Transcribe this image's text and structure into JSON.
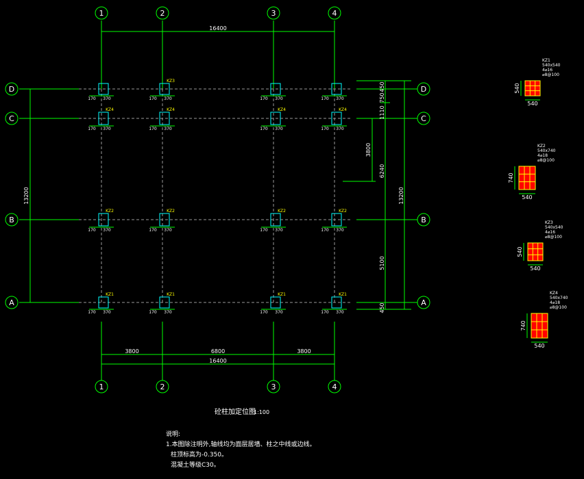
{
  "drawing": {
    "title": "砼柱加定位图",
    "scale": "1:100",
    "notes_heading": "说明:",
    "notes": [
      "1.本图除注明外,轴线均为面层居墙、柱之中线或边线。",
      "柱顶标高为-0.350。",
      "混凝土等级C30。"
    ]
  },
  "axes": {
    "numbers": [
      "1",
      "2",
      "3",
      "4"
    ],
    "letters": [
      "A",
      "B",
      "C",
      "D"
    ]
  },
  "dimensions": {
    "top_total": "16400",
    "bottom_total": "16400",
    "bottom_spans": [
      "3800",
      "6800",
      "3800"
    ],
    "left_total": "13200",
    "right_total": "13200",
    "right_chain": [
      "450",
      "5100",
      "6240",
      "1110",
      "750",
      "450"
    ],
    "right_inner": "3800"
  },
  "column_tags": {
    "D": [
      "",
      "KZ3",
      "",
      ""
    ],
    "C": [
      "KZ4",
      "KZ4",
      "KZ4",
      "KZ4"
    ],
    "B": [
      "KZ2",
      "KZ2",
      "KZ2",
      "KZ2"
    ],
    "A": [
      "KZ1",
      "KZ1",
      "KZ1",
      "KZ1"
    ]
  },
  "column_offsets": {
    "a": "170",
    "b": "370"
  },
  "sections": [
    {
      "name": "KZ1",
      "size": "540x540",
      "bars": "4⌀16",
      "stirrup": "⌀8@100",
      "w": "540",
      "h": "540"
    },
    {
      "name": "KZ2",
      "size": "540x740",
      "bars": "4⌀18",
      "stirrup": "⌀8@100",
      "w": "540",
      "h": "740"
    },
    {
      "name": "KZ3",
      "size": "540x540",
      "bars": "4⌀16",
      "stirrup": "⌀8@100",
      "w": "540",
      "h": "540"
    },
    {
      "name": "KZ4",
      "size": "540x740",
      "bars": "4⌀18",
      "stirrup": "⌀8@100",
      "w": "540",
      "h": "740"
    }
  ],
  "colors": {
    "background": "#000000",
    "dimension": "#00ff00",
    "text": "#ffffff",
    "axis_line": "#9a9a9a",
    "column": "#00ffff",
    "tag": "#ffff00",
    "section_fill": "#ff0000"
  }
}
